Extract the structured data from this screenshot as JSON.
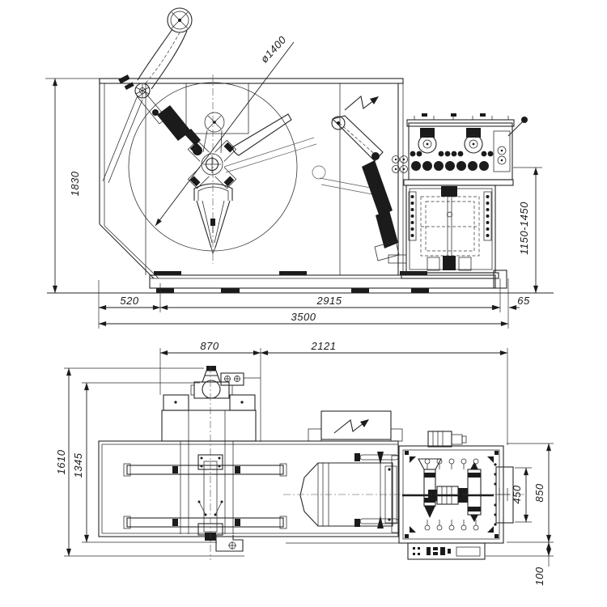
{
  "drawing": {
    "dims": {
      "front_height": "1830",
      "coil_diameter": "ø1400",
      "passline_range": "1150-1450",
      "front_a": "520",
      "front_b": "2915",
      "front_c": "65",
      "front_total": "3500",
      "plan_a": "870",
      "plan_b": "2121",
      "plan_depth_total": "1610",
      "plan_depth_inner": "1345",
      "exit_width": "450",
      "machine_depth": "850",
      "panel_depth": "100"
    }
  }
}
